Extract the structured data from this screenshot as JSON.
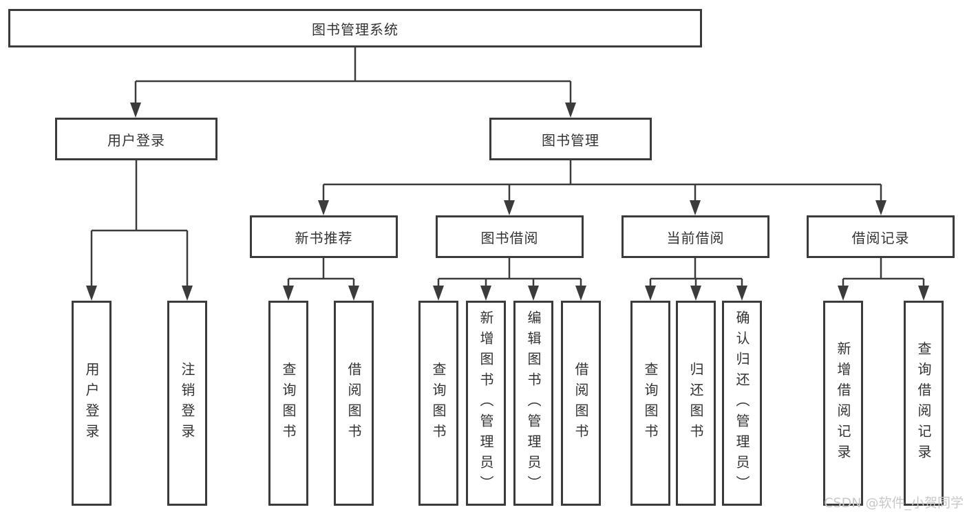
{
  "colors": {
    "box_border": "#3b3b3b",
    "connector_line": "#3b3b3b",
    "text": "#333333",
    "watermark_text": "#c8c8c8",
    "background": "#ffffff"
  },
  "tree": {
    "root": "图书管理系统",
    "branches": [
      {
        "label": "用户登录",
        "children": [
          "用户登录",
          "注销登录"
        ]
      },
      {
        "label": "图书管理",
        "sections": [
          {
            "label": "新书推荐",
            "children": [
              "查询图书",
              "借阅图书"
            ]
          },
          {
            "label": "图书借阅",
            "children": [
              "查询图书",
              "新增图书（管理员）",
              "编辑图书（管理员）",
              "借阅图书"
            ]
          },
          {
            "label": "当前借阅",
            "children": [
              "查询图书",
              "归还图书",
              "确认归还（管理员）"
            ]
          },
          {
            "label": "借阅记录",
            "children": [
              "新增借阅记录",
              "查询借阅记录"
            ]
          }
        ]
      }
    ]
  },
  "watermark": "CSDN @软件_小贺同学"
}
